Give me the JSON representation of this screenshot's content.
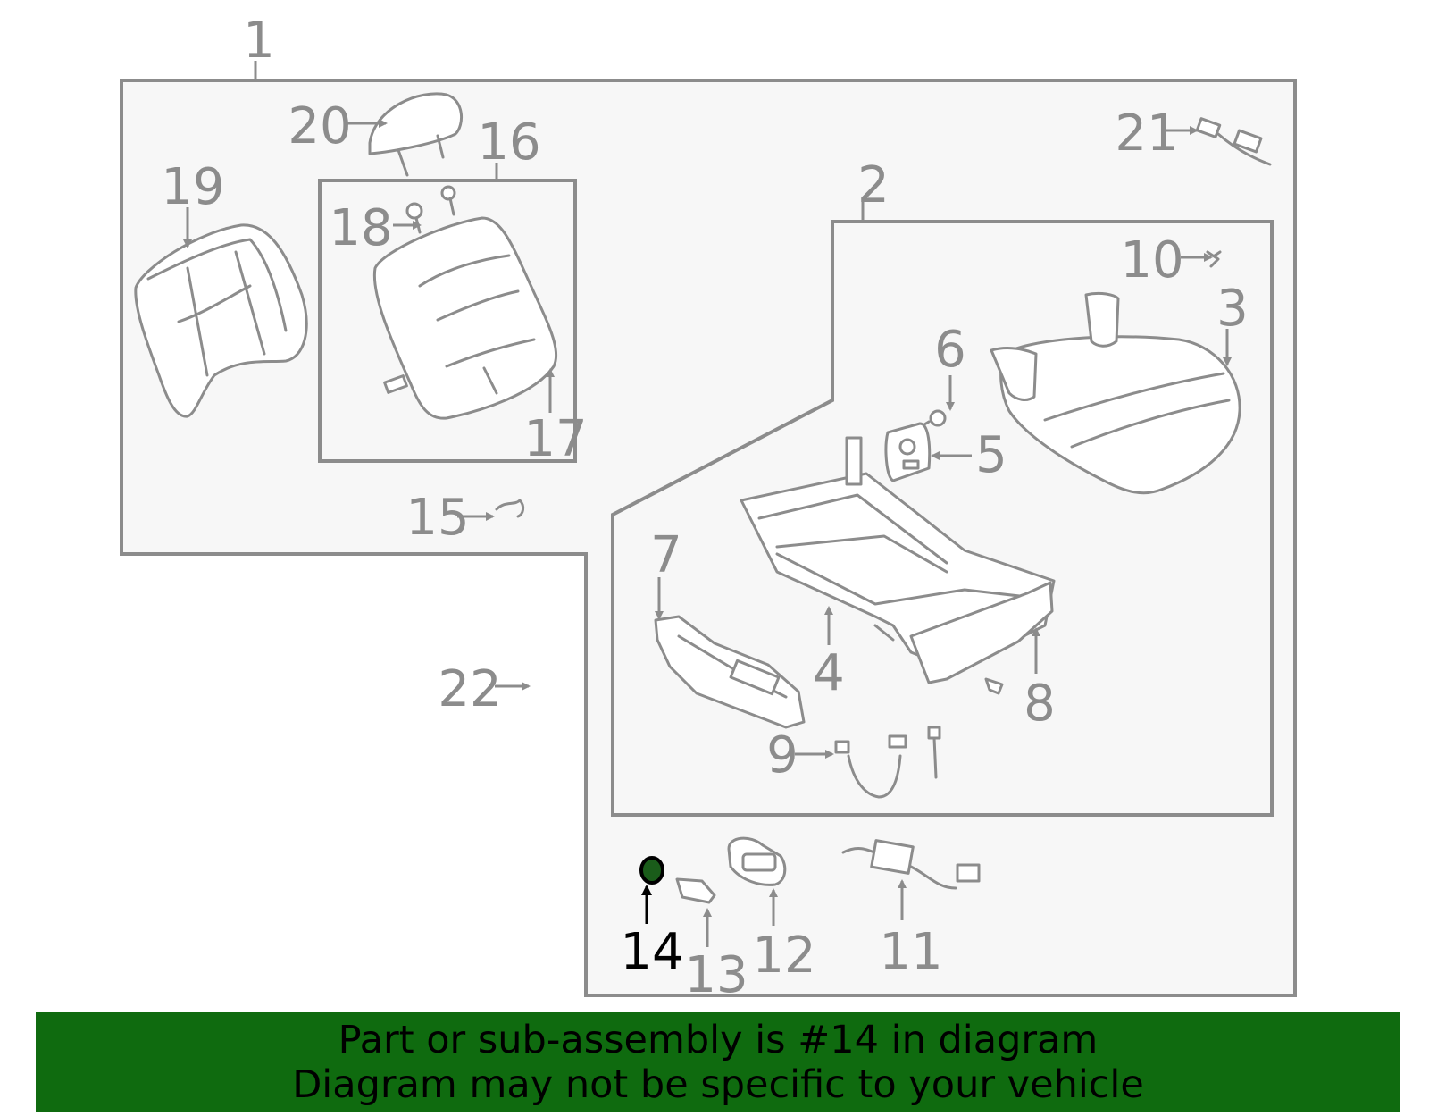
{
  "diagram": {
    "callouts": {
      "c1": "1",
      "c2": "2",
      "c3": "3",
      "c4": "4",
      "c5": "5",
      "c6": "6",
      "c7": "7",
      "c8": "8",
      "c9": "9",
      "c10": "10",
      "c11": "11",
      "c12": "12",
      "c13": "13",
      "c14": "14",
      "c15": "15",
      "c16": "16",
      "c17": "17",
      "c18": "18",
      "c19": "19",
      "c20": "20",
      "c21": "21",
      "c22": "22"
    },
    "highlighted_part": "14",
    "colors": {
      "line": "#8c8c8c",
      "background": "#f7f7f7",
      "highlight": "#000000",
      "banner": "#0f6b0f"
    }
  },
  "footer": {
    "line1": "Part or sub-assembly is #14 in diagram",
    "line2": "Diagram may not be specific to your vehicle"
  }
}
